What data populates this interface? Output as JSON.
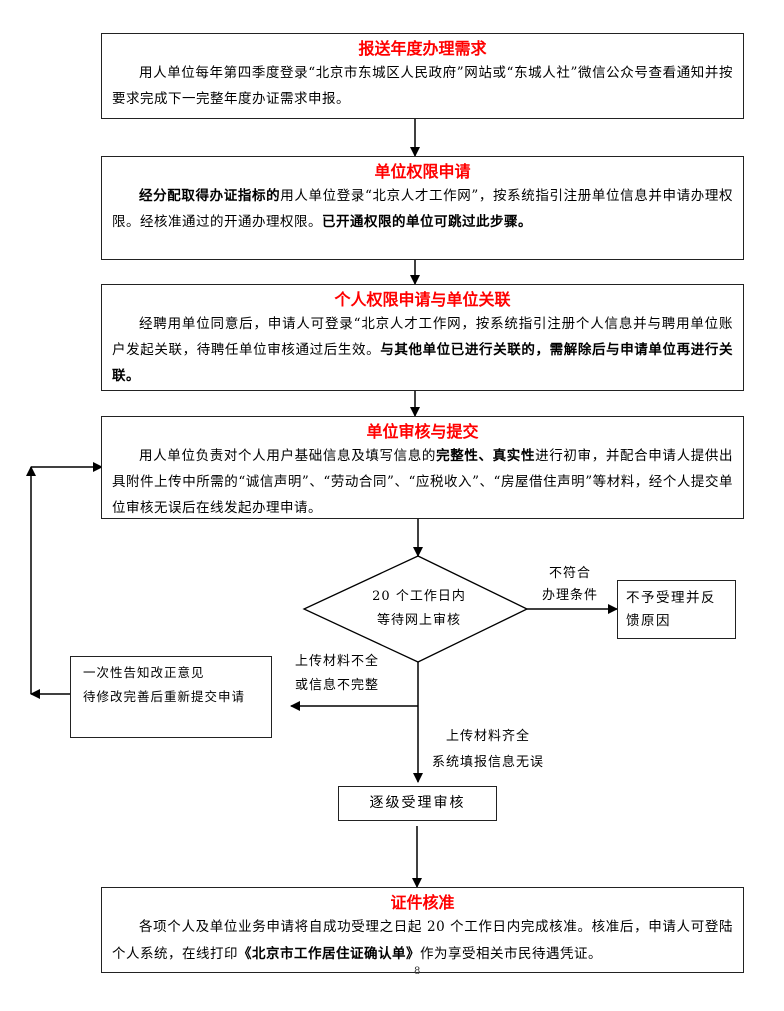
{
  "steps": [
    {
      "title": "报送年度办理需求",
      "body": [
        {
          "text": "用人单位每年第四季度登录“北京市东城区人民政府”网站或“东城人社”微信公众号查看通知并按要求完成下一完整年度办证需求申报。",
          "bold": false
        }
      ]
    },
    {
      "title": "单位权限申请",
      "body": [
        {
          "text": "经分配取得办证指标的",
          "bold": true
        },
        {
          "text": "用人单位登录“北京人才工作网”，按系统指引注册单位信息并申请办理权限。经核准通过的开通办理权限。",
          "bold": false
        },
        {
          "text": "已开通权限的单位可跳过此步骤。",
          "bold": true
        }
      ]
    },
    {
      "title": "个人权限申请与单位关联",
      "body": [
        {
          "text": "经聘用单位同意后，申请人可登录“北京人才工作网，按系统指引注册个人信息并与聘用单位账户发起关联，待聘任单位审核通过后生效。",
          "bold": false
        },
        {
          "text": "与其他单位已进行关联的，需解除后与申请单位再进行关联。",
          "bold": true
        }
      ]
    },
    {
      "title": "单位审核与提交",
      "body": [
        {
          "text": "用人单位负责对个人用户基础信息及填写信息的",
          "bold": false
        },
        {
          "text": "完整性、真实性",
          "bold": true
        },
        {
          "text": "进行初审，并配合申请人提供出具附件上传中所需的“诚信声明”、“劳动合同”、“应税收入”、“房屋借住声明”等材料，经个人提交单位审核无误后在线发起办理申请。",
          "bold": false
        }
      ]
    },
    {
      "title": "证件核准",
      "body": [
        {
          "text": "各项个人及单位业务申请将自成功受理之日起 20 个工作日内完成核准。核准后，申请人可登陆个人系统，在线打印",
          "bold": false
        },
        {
          "text": "《北京市工作居住证确认单》",
          "bold": true
        },
        {
          "text": "作为享受相关市民待遇凭证。",
          "bold": false
        }
      ]
    }
  ],
  "decision": {
    "line1": "20 个工作日内",
    "line2": "等待网上审核"
  },
  "branch_reject": {
    "label_line1": "不符合",
    "label_line2": "办理条件",
    "box_text": "不予受理并反馈原因"
  },
  "branch_incomplete": {
    "label_line1": "上传材料不全",
    "label_line2": "或信息不完整",
    "box_line1": "一次性告知改正意见",
    "box_line2": "待修改完善后重新提交申请"
  },
  "branch_ok": {
    "label_line1": "上传材料齐全",
    "label_line2": "系统填报信息无误",
    "box_text": "逐级受理审核"
  },
  "page_number": "8"
}
